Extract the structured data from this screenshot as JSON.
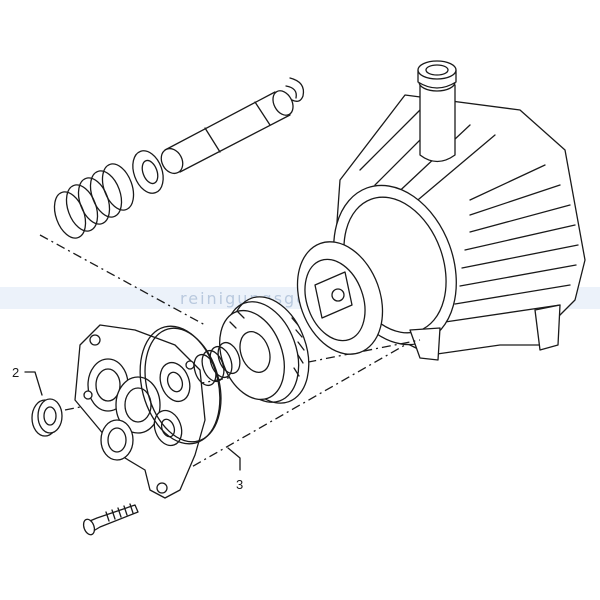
{
  "callouts": [
    {
      "id": "2",
      "label": "2"
    },
    {
      "id": "3",
      "label": "3"
    }
  ],
  "watermark": {
    "text": "reinigungsgeraete"
  },
  "colors": {
    "line": "#1a1a1a",
    "background": "#ffffff",
    "watermark": "#b9c9de"
  }
}
